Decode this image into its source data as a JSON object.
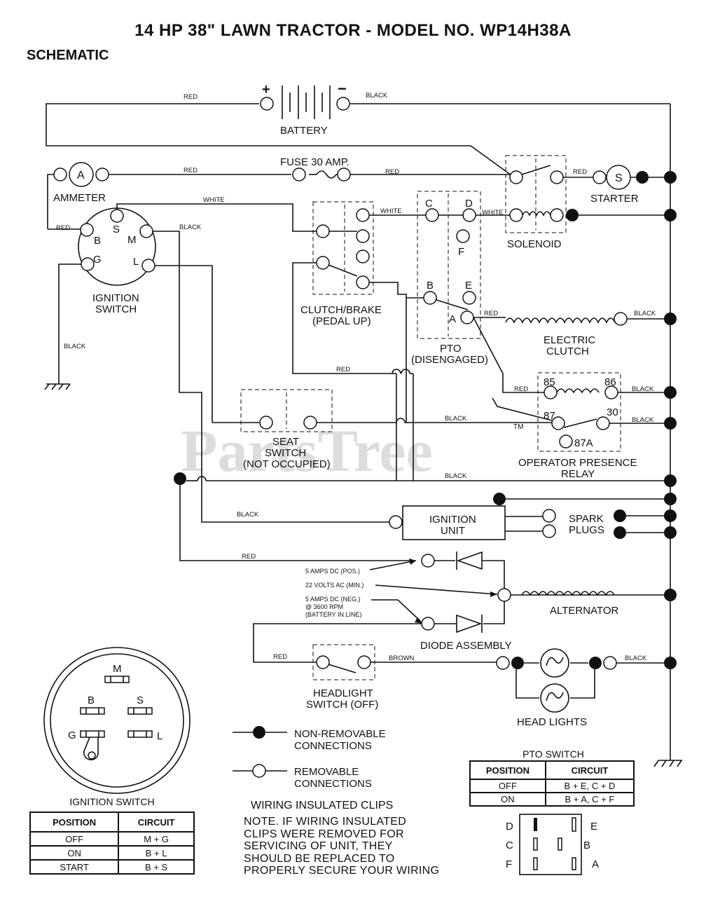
{
  "title": "14 HP 38\" LAWN TRACTOR - MODEL NO. WP14H38A",
  "section": "SCHEMATIC",
  "watermark": "PartsTree",
  "watermark_tm": "TM",
  "components": {
    "battery": "BATTERY",
    "battery_plus": "+",
    "battery_minus": "−",
    "fuse": "FUSE 30 AMP.",
    "ammeter": "AMMETER",
    "ammeter_symbol": "A",
    "starter": "STARTER",
    "starter_symbol": "S",
    "solenoid": "SOLENOID",
    "ignition_switch": [
      "IGNITION",
      "SWITCH"
    ],
    "clutch_brake": [
      "CLUTCH/BRAKE",
      "(PEDAL UP)"
    ],
    "pto": [
      "PTO",
      "(DISENGAGED)"
    ],
    "electric_clutch": [
      "ELECTRIC",
      "CLUTCH"
    ],
    "seat_switch": [
      "SEAT",
      "SWITCH",
      "(NOT OCCUPIED)"
    ],
    "relay": [
      "OPERATOR PRESENCE",
      "RELAY"
    ],
    "ignition_unit": [
      "IGNITION",
      "UNIT"
    ],
    "spark_plugs": [
      "SPARK",
      "PLUGS"
    ],
    "alternator": "ALTERNATOR",
    "diode_assembly": "DIODE ASSEMBLY",
    "headlight_switch": [
      "HEADLIGHT",
      "SWITCH (OFF)"
    ],
    "head_lights": "HEAD LIGHTS"
  },
  "terminals": {
    "ign": [
      "S",
      "B",
      "M",
      "G",
      "L"
    ],
    "pto": [
      "C",
      "D",
      "F",
      "B",
      "E",
      "A"
    ],
    "relay": [
      "85",
      "86",
      "87",
      "30",
      "87A"
    ]
  },
  "wire_colors": {
    "red": "RED",
    "black": "BLACK",
    "white": "WHITE",
    "brown": "BROWN"
  },
  "alternator_notes": [
    "5 AMPS DC (POS.)",
    "22 VOLTS AC (MIN.)",
    "5 AMPS DC (NEG.)",
    "@ 3600 RPM",
    "(BATTERY IN LINE)"
  ],
  "legend": {
    "non_removable": [
      "NON-REMOVABLE",
      "CONNECTIONS"
    ],
    "removable": [
      "REMOVABLE",
      "CONNECTIONS"
    ]
  },
  "ignition_connector": {
    "title": "IGNITION SWITCH",
    "pins": [
      "M",
      "B",
      "S",
      "G",
      "L"
    ]
  },
  "ignition_table": {
    "headers": [
      "POSITION",
      "CIRCUIT"
    ],
    "rows": [
      [
        "OFF",
        "M + G"
      ],
      [
        "ON",
        "B + L"
      ],
      [
        "START",
        "B + S"
      ]
    ]
  },
  "pto_table": {
    "title": "PTO SWITCH",
    "headers": [
      "POSITION",
      "CIRCUIT"
    ],
    "rows": [
      [
        "OFF",
        "B + E, C + D"
      ],
      [
        "ON",
        "B + A, C + F"
      ]
    ]
  },
  "pto_connector_pins": [
    "D",
    "E",
    "C",
    "B",
    "F",
    "A"
  ],
  "note_title": "WIRING INSULATED CLIPS",
  "note_lines": [
    "NOTE. IF WIRING INSULATED",
    "CLIPS WERE REMOVED FOR",
    "SERVICING OF UNIT, THEY",
    "SHOULD BE REPLACED TO",
    "PROPERLY SECURE YOUR WIRING"
  ]
}
